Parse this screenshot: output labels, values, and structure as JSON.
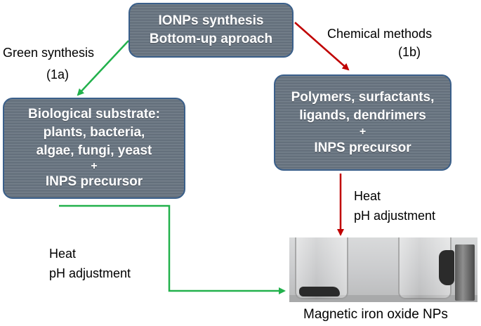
{
  "boxes": {
    "top": [
      "IONPs synthesis",
      "Bottom-up aproach"
    ],
    "left": [
      "Biological substrate:",
      "plants, bacteria,",
      "algae, fungi, yeast",
      "+",
      "INPS precursor"
    ],
    "right": [
      "Polymers, surfactants,",
      "ligands, dendrimers",
      "+",
      "INPS precursor"
    ]
  },
  "labels": {
    "green_synthesis": "Green synthesis",
    "green_code": "(1a)",
    "chemical_methods": "Chemical methods",
    "chemical_code": "(1b)",
    "heat_left": "Heat",
    "ph_left": "pH adjustment",
    "heat_right": "Heat",
    "ph_right": "pH adjustment",
    "product": "Magnetic iron oxide NPs"
  },
  "colors": {
    "green_arrow": "#22b14c",
    "red_arrow": "#c00000",
    "box_border": "#3a5f8a"
  }
}
